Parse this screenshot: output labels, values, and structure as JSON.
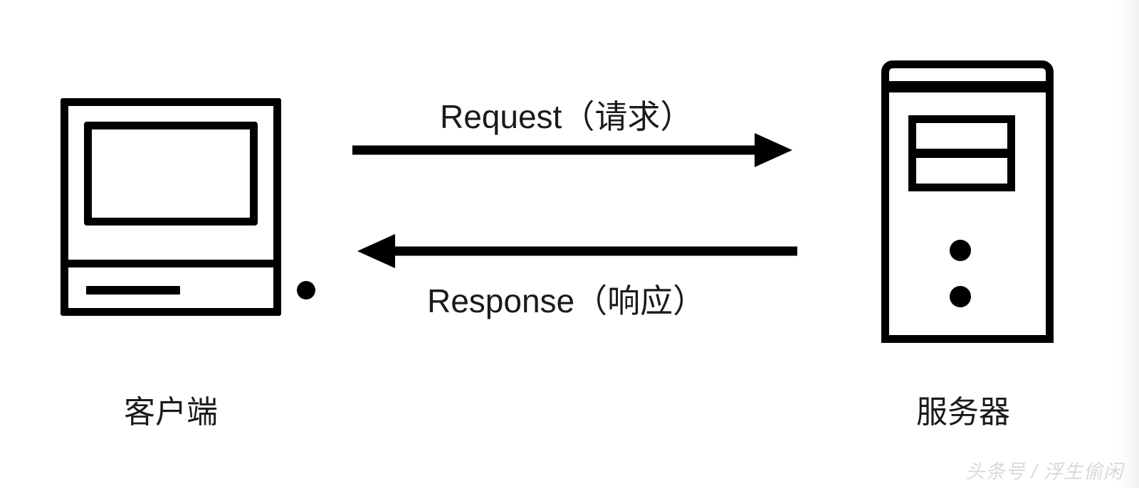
{
  "diagram": {
    "title": "Client-Server Request Response",
    "background_color": "#ffffff",
    "stroke_color": "#000000",
    "text_color": "#1a1a1a"
  },
  "nodes": {
    "client": {
      "label": "客户端",
      "icon": "desktop-computer-icon"
    },
    "server": {
      "label": "服务器",
      "icon": "server-tower-icon"
    }
  },
  "flows": [
    {
      "id": "request",
      "label": "Request（请求）",
      "direction": "client-to-server",
      "arrow": "arrow-right-icon",
      "label_position": "above"
    },
    {
      "id": "response",
      "label": "Response（响应）",
      "direction": "server-to-client",
      "arrow": "arrow-left-icon",
      "label_position": "below"
    }
  ],
  "watermark": {
    "text": "头条号 / 浮生偷闲",
    "color": "#d8d8d8"
  }
}
